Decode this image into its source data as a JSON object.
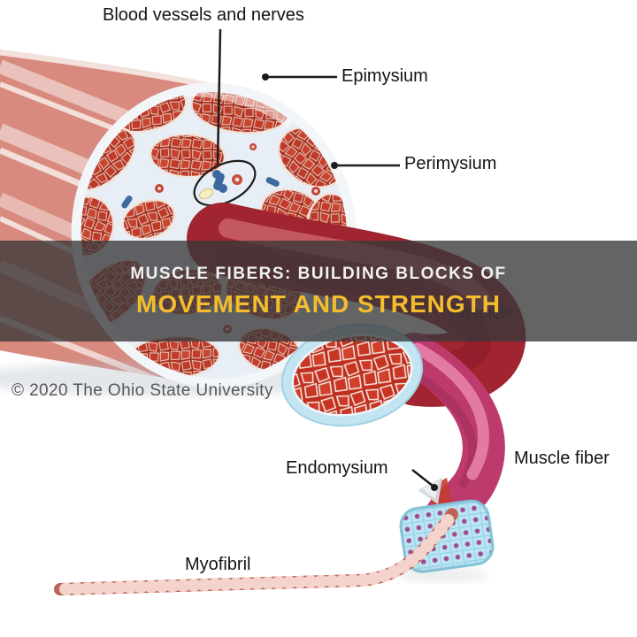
{
  "banner": {
    "title": "MUSCLE FIBERS: BUILDING BLOCKS OF",
    "subtitle": "MOVEMENT AND STRENGTH",
    "title_color": "#f1f1f1",
    "subtitle_color": "#f3bd2e",
    "background_color": "rgba(56,56,58,0.78)"
  },
  "diagram": {
    "labels": {
      "blood_vessels_nerves": "Blood vessels and nerves",
      "epimysium": "Epimysium",
      "perimysium": "Perimysium",
      "fascicle": "Fascicle",
      "muscle_fiber": "Muscle fiber",
      "endomysium": "Endomysium",
      "myofibril": "Myofibril"
    },
    "colors": {
      "muscle_surface": "#d88a7e",
      "fascicle_red": "#bf2f1f",
      "perimysium_white": "#e8eef5",
      "endomysium_blue": "#bce4f2",
      "muscle_fiber_pink": "#c03a6e",
      "myofibril_pink": "#e0a197",
      "nerve_blue": "#40699c",
      "pointer_black": "#1c1c1c"
    }
  },
  "footer": {
    "copyright": "© 2020 The Ohio State University"
  }
}
